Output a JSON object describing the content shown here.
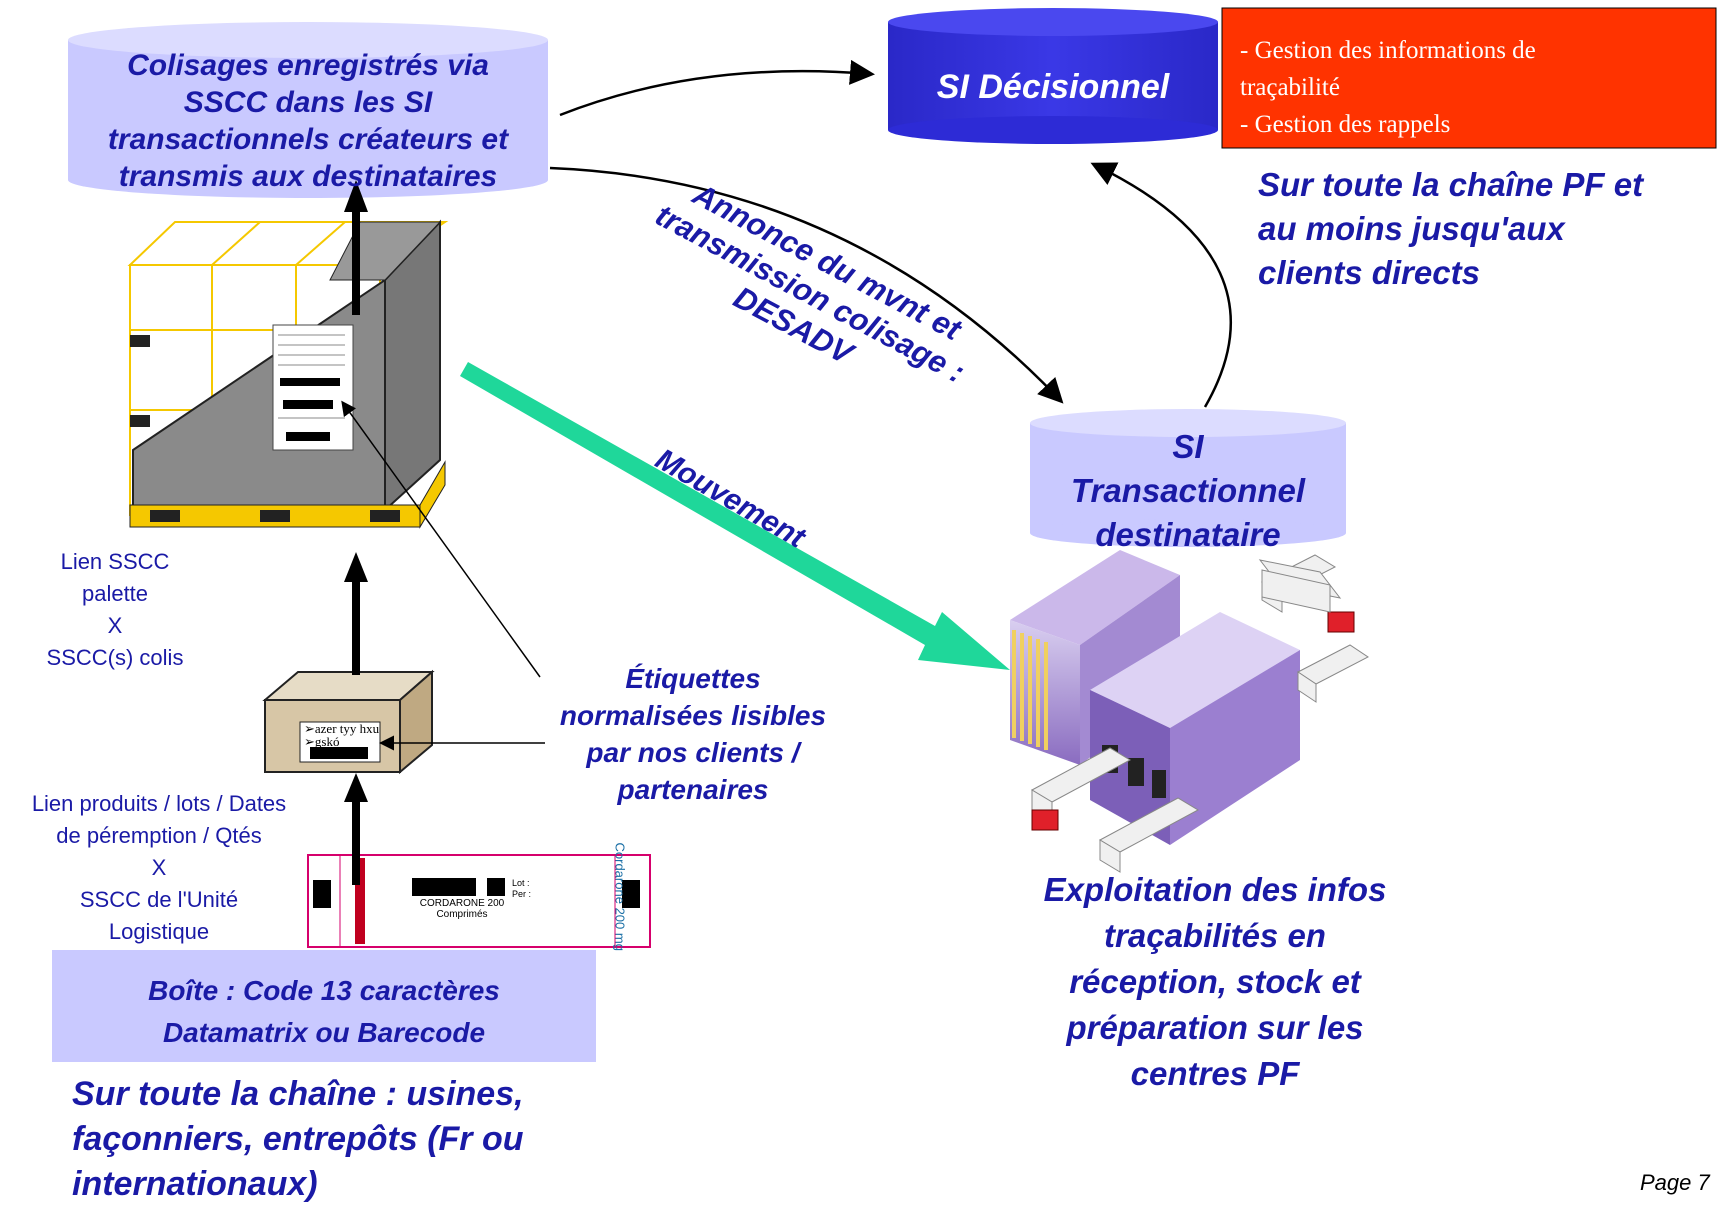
{
  "db_source": {
    "line1": "Colisages enregistrés via",
    "line2": "SSCC dans les SI",
    "line3": "transactionnels créateurs et",
    "line4": "transmis aux destinataires"
  },
  "db_decision": {
    "label": "SI Décisionnel"
  },
  "db_dest": {
    "line1": "SI",
    "line2": "Transactionnel",
    "line3": "destinataire"
  },
  "red_box": {
    "line1": "- Gestion des informations de",
    "line2": "traçabilité",
    "line3": "- Gestion des rappels"
  },
  "chain_pf": {
    "line1": "Sur toute la chaîne PF et",
    "line2": "au moins jusqu'aux",
    "line3": "clients directs"
  },
  "desadv": {
    "line1": "Annonce du mvnt et",
    "line2": "transmission colisage :",
    "line3": "DESADV"
  },
  "movement": {
    "label": "Mouvement"
  },
  "link_pallet": {
    "line1": "Lien SSCC",
    "line2": "palette",
    "line3": "X",
    "line4": "SSCC(s) colis"
  },
  "labels_note": {
    "line1": "Étiquettes",
    "line2": "normalisées lisibles",
    "line3": "par nos clients /",
    "line4": "partenaires"
  },
  "link_products": {
    "line1": "Lien produits / lots / Dates",
    "line2": "de péremption / Qtés",
    "line3": "X",
    "line4": "SSCC de l'Unité",
    "line5": "Logistique"
  },
  "box_code": {
    "line1": "Boîte : Code 13 caractères",
    "line2": "Datamatrix ou Barecode"
  },
  "chain_all": {
    "line1": "Sur toute la chaîne : usines,",
    "line2": "façonniers, entrepôts (Fr ou",
    "line3": "internationaux)"
  },
  "exploit": {
    "line1": "Exploitation des infos",
    "line2": "traçabilités en",
    "line3": "réception, stock et",
    "line4": "préparation sur les",
    "line5": "centres PF"
  },
  "carton_label": {
    "line1": "➢azer tyy hxu",
    "line2": "➢gskó"
  },
  "medicine_box": {
    "brand": "Cordarone",
    "dose": "200 mg",
    "product": "CORDARONE 200",
    "form": "Comprimés",
    "lot": "Lot :",
    "per": "Per :"
  },
  "page": {
    "label": "Page 7"
  },
  "colors": {
    "cylinder": "#c9c9ff",
    "decision": "#2d2bd6",
    "red": "#ff3300",
    "arrow_green": "#1fd79a",
    "text_blue": "#1a1aa6"
  }
}
